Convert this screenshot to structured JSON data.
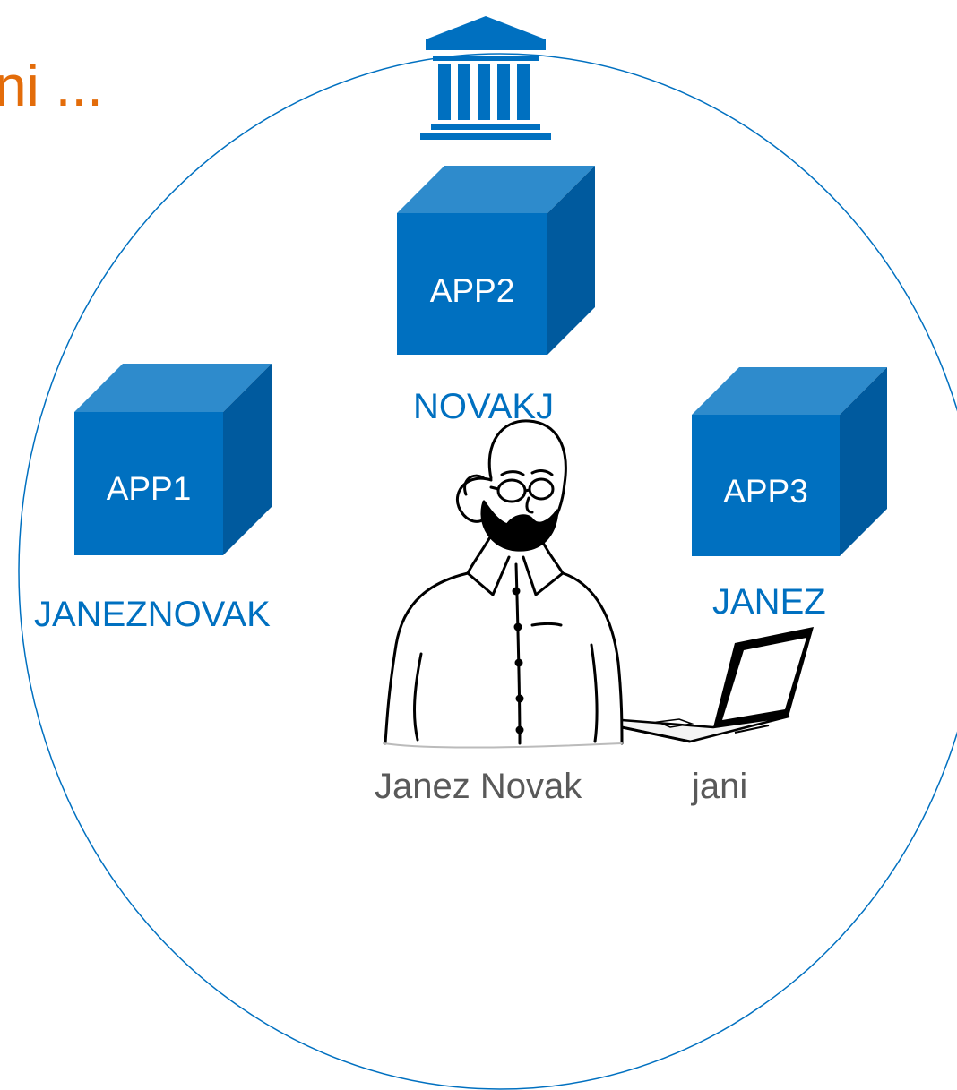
{
  "title_fragment": "ni ...",
  "colors": {
    "title": "#E36C0A",
    "accent_blue": "#0070C0",
    "cube_front": "#0070C0",
    "cube_top": "#2E8BCC",
    "cube_side": "#005A9E",
    "person_label": "#595959",
    "circle_stroke": "#0070C0"
  },
  "institution": {
    "icon": "bank-building-icon"
  },
  "apps": [
    {
      "label": "APP1",
      "username": "JANEZNOVAK"
    },
    {
      "label": "APP2",
      "username": "NOVAKJ"
    },
    {
      "label": "APP3",
      "username": "JANEZ"
    }
  ],
  "person": {
    "icon": "bearded-man-icon",
    "name": "Janez Novak"
  },
  "laptop": {
    "icon": "laptop-icon",
    "name": "jani"
  }
}
